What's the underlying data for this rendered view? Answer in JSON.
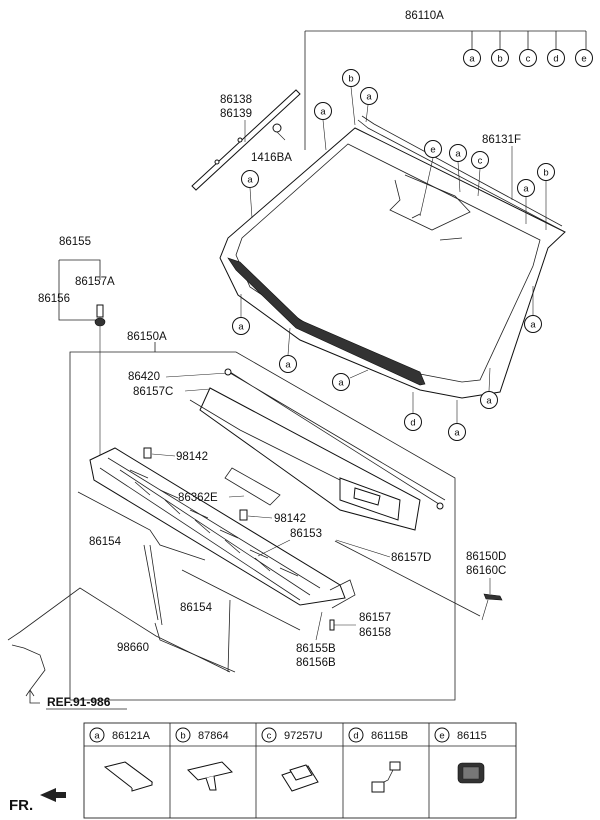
{
  "labels": {
    "l86110A": "86110A",
    "l86138": "86138",
    "l86139": "86139",
    "l1416BA": "1416BA",
    "l86131F": "86131F",
    "l86155": "86155",
    "l86157A": "86157A",
    "l86156": "86156",
    "l86150A": "86150A",
    "l86420": "86420",
    "l86157C": "86157C",
    "l98142a": "98142",
    "l86362E": "86362E",
    "l98142b": "98142",
    "l86153": "86153",
    "l86154a": "86154",
    "l86157D": "86157D",
    "l86150D": "86150D",
    "l86160C": "86160C",
    "l86154b": "86154",
    "l86157": "86157",
    "l86158": "86158",
    "l98660": "98660",
    "l86155B": "86155B",
    "l86156B": "86156B"
  },
  "callout_letters": [
    "a",
    "b",
    "c",
    "d",
    "e"
  ],
  "reference": "REF.91-986",
  "front_marker": "FR.",
  "legend": [
    {
      "letter": "a",
      "part": "86121A"
    },
    {
      "letter": "b",
      "part": "87864"
    },
    {
      "letter": "c",
      "part": "97257U"
    },
    {
      "letter": "d",
      "part": "86115B"
    },
    {
      "letter": "e",
      "part": "86115"
    }
  ]
}
